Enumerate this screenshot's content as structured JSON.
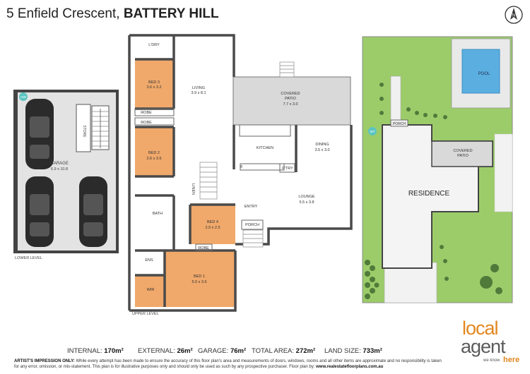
{
  "header": {
    "address": "5 Enfield Crescent,",
    "suburb": "BATTERY HILL"
  },
  "compass": {
    "label": "N"
  },
  "lower_level": {
    "label": "LOWER LEVEL",
    "garage_name": "GARAGE",
    "garage_size": "6.9 x 10.8",
    "store": "STORE",
    "hw": "HW"
  },
  "upper_level": {
    "label": "UPPER LEVEL",
    "rooms": {
      "ldry": "L'DRY",
      "bed3": "BED 3",
      "bed3_size": "3.6 x 3.2",
      "robe1": "ROBE",
      "robe2": "ROBE",
      "bed2": "BED 2",
      "bed2_size": "2.6 x 3.6",
      "living": "LIVING",
      "living_size": "3.9 x 8.1",
      "covered_patio": "COVERED\nPATIO",
      "covered_patio_line1": "COVERED",
      "covered_patio_line2": "PATIO",
      "covered_patio_size": "7.7 x 3.0",
      "kitchen": "KITCHEN",
      "dining": "DINING",
      "dining_size": "3.5 x 3.0",
      "f": "F",
      "ptry": "P'TRY",
      "linen": "LINEN",
      "entry": "ENTRY",
      "lounge": "LOUNGE",
      "lounge_size": "5.5 x 3.8",
      "bath": "BATH",
      "bed4": "BED 4",
      "bed4_size": "2.9 x 2.5",
      "porch": "PORCH",
      "robe3": "ROBE",
      "ens": "ENS",
      "bed1": "BED 1",
      "bed1_size": "5.0 x 3.6",
      "wir": "WIR"
    }
  },
  "site_plan": {
    "pool": "POOL",
    "porch": "PORCH",
    "wt": "WT",
    "covered_patio_line1": "COVERED",
    "covered_patio_line2": "PATIO",
    "residence": "RESIDENCE"
  },
  "stats": {
    "internal_label": "INTERNAL:",
    "internal_value": "170m²",
    "external_label": "EXTERNAL:",
    "external_value": "26m²",
    "garage_label": "GARAGE:",
    "garage_value": "76m²",
    "total_label": "TOTAL AREA:",
    "total_value": "272m²",
    "land_label": "LAND SIZE:",
    "land_value": "733m²"
  },
  "disclaimer": {
    "lead": "ARTIST'S IMPRESSION ONLY:",
    "text": "While every attempt has been made to ensure the accuracy of this floor plan's area and measurements of doors, windows, rooms and all other items are approximate and no responsibility is taken for any error, omission, or mis-statement. This plan is for illustrative purposes only and should only be used as such by any prospective purchaser. Floor plan by:",
    "credit": "www.realestatefloorplans.com.au"
  },
  "logo": {
    "word1": "local",
    "word2": "agent",
    "tagline": "we know",
    "here": "here"
  },
  "colors": {
    "room_orange": "#f0a96b",
    "grass": "#9ccc6a",
    "pool": "#5aaee0",
    "wall": "#4a4a4a",
    "patio_grey": "#d9d9d9",
    "hw_tag": "#5cc4c1",
    "logo_orange": "#e2861f"
  }
}
